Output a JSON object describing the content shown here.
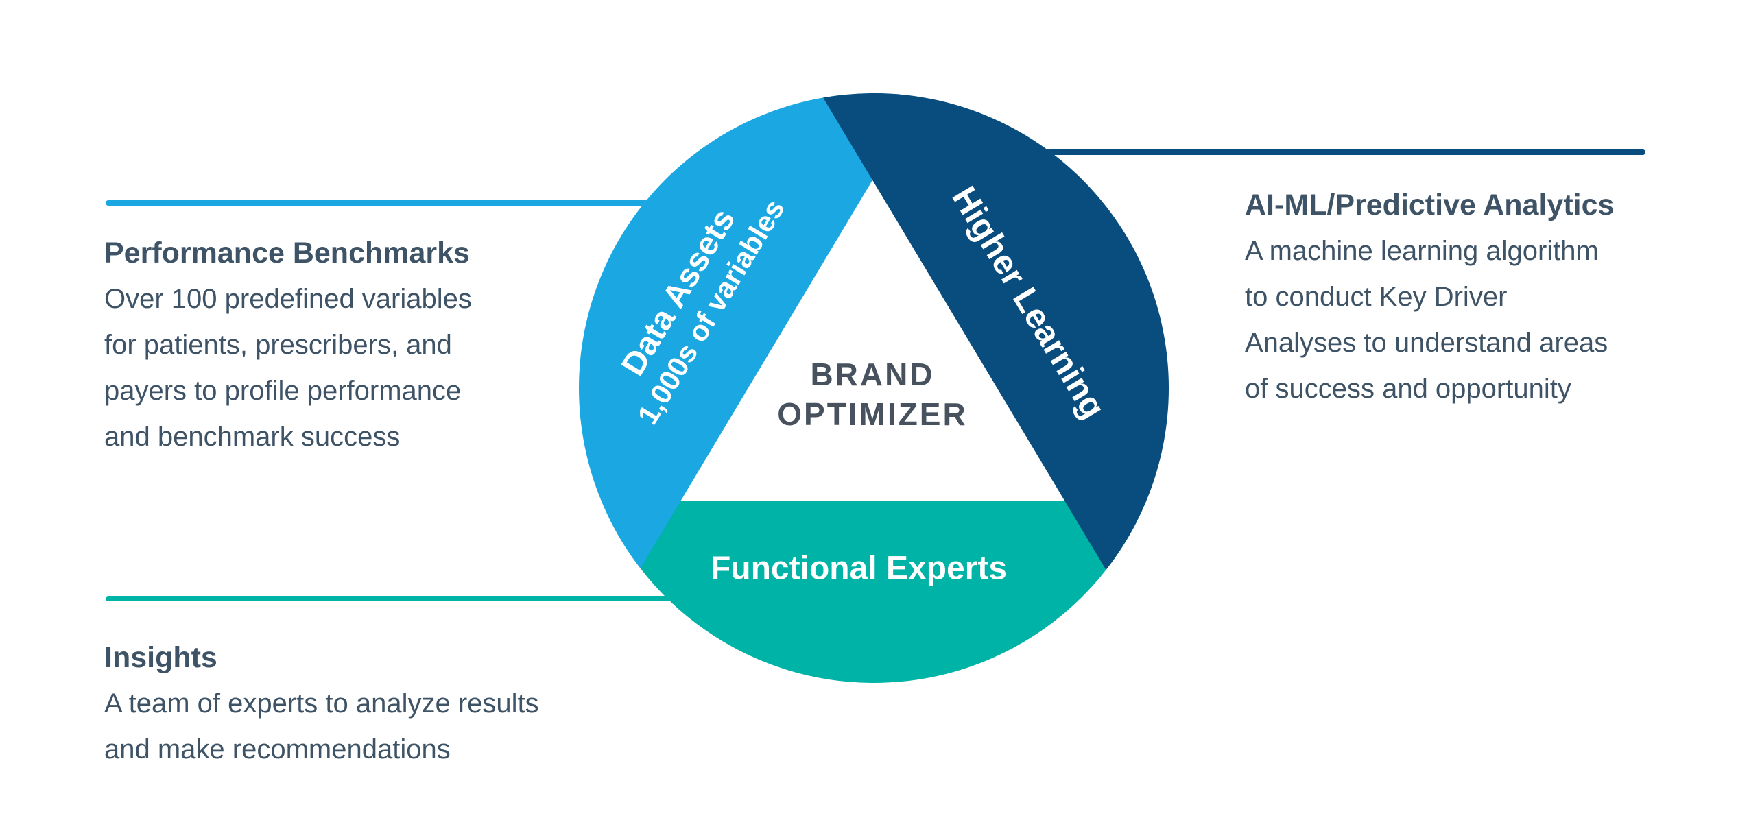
{
  "colors": {
    "background": "#ffffff",
    "light_blue": "#1BA7E2",
    "navy": "#094C7E",
    "teal": "#00B3A7",
    "slate_text": "#3E5366",
    "center_text": "#47525E",
    "white": "#ffffff"
  },
  "circle": {
    "center_label": "BRAND\nOPTIMIZER",
    "segments": [
      {
        "id": "data-assets",
        "label": "Data Assets",
        "sublabel": "1,000s of variables",
        "color": "#1BA7E2"
      },
      {
        "id": "higher-learning",
        "label": "Higher Learning",
        "color": "#094C7E"
      },
      {
        "id": "functional-experts",
        "label": "Functional Experts",
        "color": "#00B3A7"
      }
    ]
  },
  "annotations": [
    {
      "id": "performance-benchmarks",
      "heading": "Performance Benchmarks",
      "body": "Over 100 predefined variables\nfor patients, prescribers, and\npayers to profile performance\nand benchmark success",
      "connector_color": "#1BA7E2"
    },
    {
      "id": "ai-ml-predictive-analytics",
      "heading": "AI-ML/Predictive Analytics",
      "body": "A machine learning algorithm\nto conduct Key Driver\nAnalyses to understand areas\nof success and opportunity",
      "connector_color": "#094C7E"
    },
    {
      "id": "insights",
      "heading": "Insights",
      "body": "A team of experts to analyze results\nand make recommendations",
      "connector_color": "#00B3A7"
    }
  ]
}
